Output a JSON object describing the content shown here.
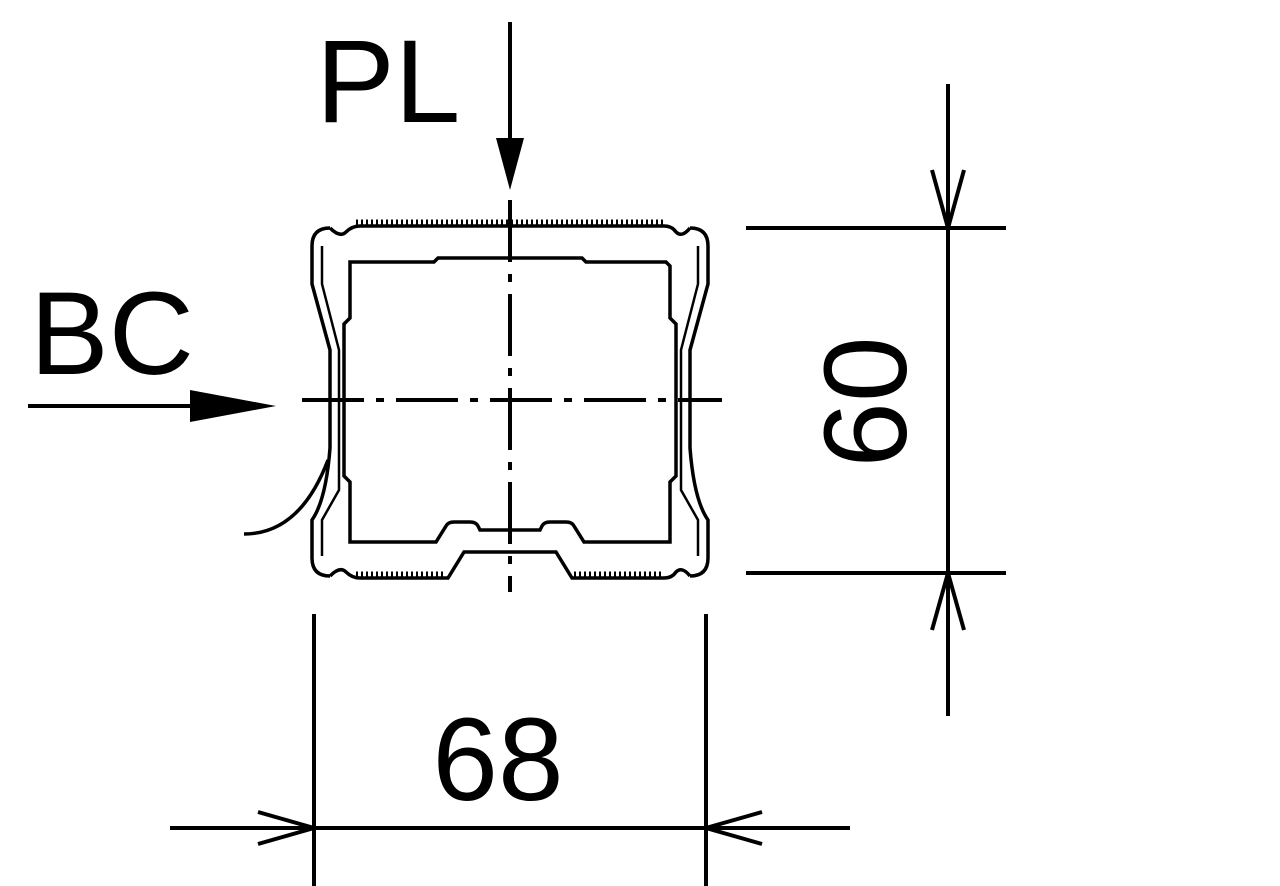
{
  "labels": {
    "top_force": "PL",
    "side_force": "BC",
    "height_dim": "60",
    "width_dim": "68"
  },
  "colors": {
    "line": "#000000",
    "background": "#ffffff"
  }
}
